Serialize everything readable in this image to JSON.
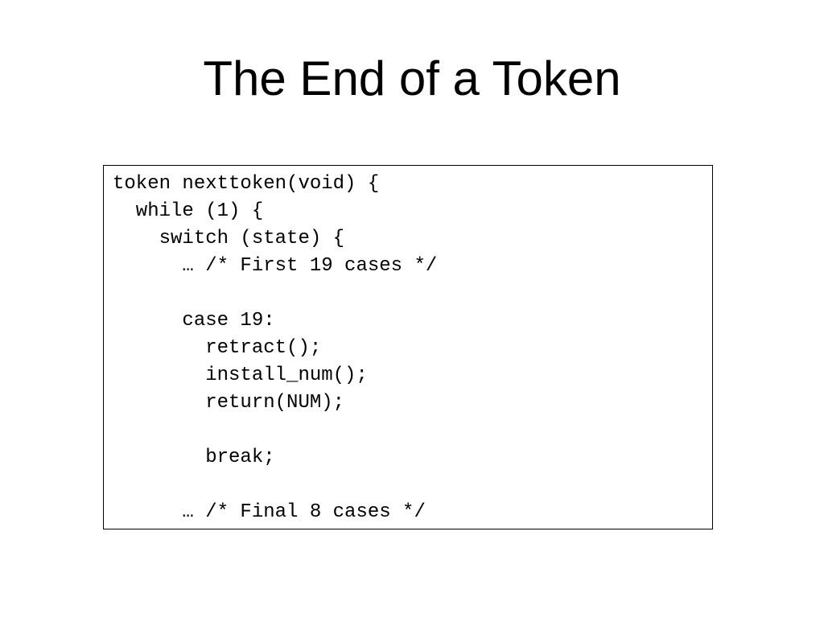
{
  "slide": {
    "title": "The End of a Token",
    "code_lines": [
      "token nexttoken(void) {",
      "  while (1) {",
      "    switch (state) {",
      "      … /* First 19 cases */",
      "",
      "      case 19:",
      "        retract();",
      "        install_num();",
      "        return(NUM);",
      "",
      "        break;",
      "",
      "      … /* Final 8 cases */"
    ]
  }
}
